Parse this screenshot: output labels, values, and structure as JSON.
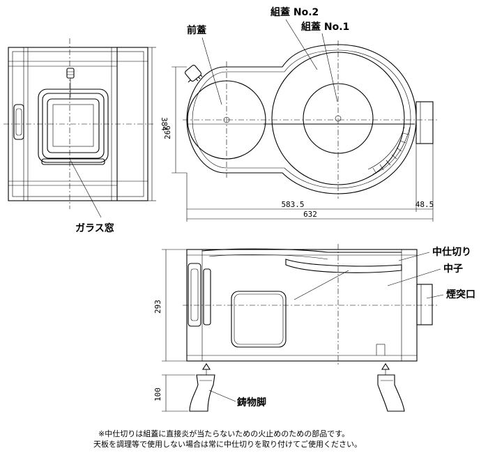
{
  "labels": {
    "front_lid": "前蓋",
    "lid_no2": "組蓋 No.2",
    "lid_no1": "組蓋 No.1",
    "glass_window": "ガラス窓",
    "partition": "中仕切り",
    "core": "中子",
    "flue_outlet": "煙突口",
    "cast_legs": "鋳物脚"
  },
  "dimensions": {
    "height_front": "384",
    "depth_top": "266",
    "width_main": "583.5",
    "width_flue": "48.5",
    "width_total": "632",
    "height_side": "293",
    "leg_height": "100"
  },
  "notes": {
    "line1": "※中仕切りは組蓋に直接炎が当たらないための火止めのための部品です。",
    "line2": "天板を調理等で使用しない場合は常に中仕切りを取り付けてご使用ください。"
  }
}
